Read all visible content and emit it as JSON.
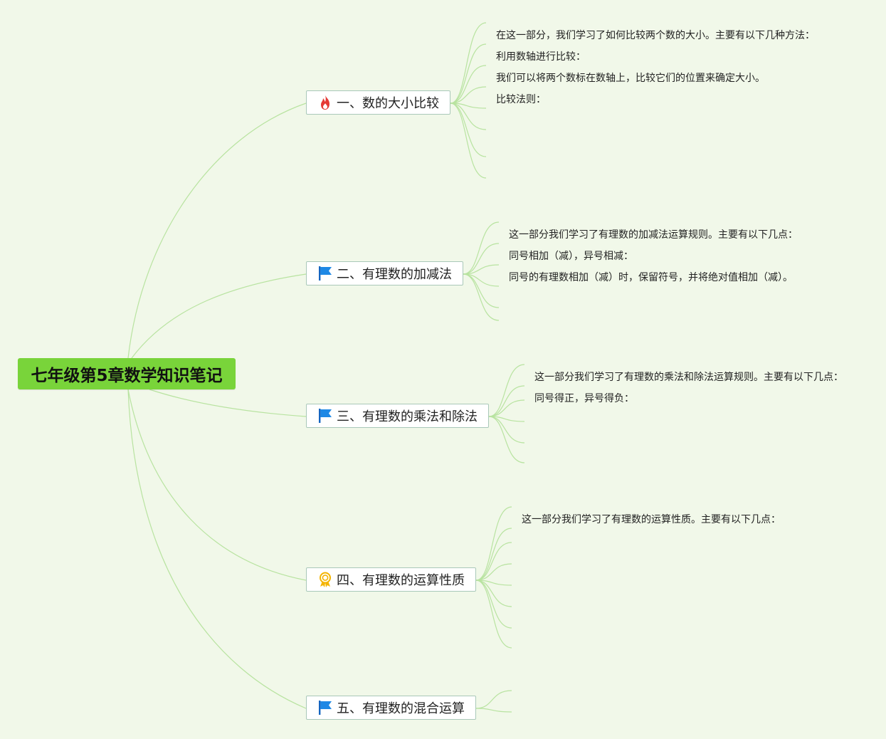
{
  "root": {
    "label": "七年级第5章数学知识笔记"
  },
  "branches": [
    {
      "label": "一、数的大小比较",
      "icon": "fire-icon",
      "notes": [
        "在这一部分，我们学习了如何比较两个数的大小。主要有以下几种方法：",
        "利用数轴进行比较：",
        "我们可以将两个数标在数轴上，比较它们的位置来确定大小。",
        "比较法则："
      ]
    },
    {
      "label": "二、有理数的加减法",
      "icon": "flag-icon",
      "notes": [
        "这一部分我们学习了有理数的加减法运算规则。主要有以下几点：",
        "同号相加（减），异号相减：",
        "同号的有理数相加（减）时，保留符号，并将绝对值相加（减）。"
      ]
    },
    {
      "label": "三、有理数的乘法和除法",
      "icon": "flag-icon",
      "notes": [
        "这一部分我们学习了有理数的乘法和除法运算规则。主要有以下几点：",
        "同号得正，异号得负："
      ]
    },
    {
      "label": "四、有理数的运算性质",
      "icon": "medal-icon",
      "notes": [
        "这一部分我们学习了有理数的运算性质。主要有以下几点："
      ]
    },
    {
      "label": "五、有理数的混合运算",
      "icon": "flag-icon",
      "notes": []
    }
  ],
  "colors": {
    "background": "#f1f8e9",
    "root_fill": "#79d43a",
    "connector": "#b8e3a0",
    "topic_border": "#a9c8b9",
    "flag": "#1e88e5",
    "fire": "#e53935",
    "medal": "#f4b400"
  }
}
